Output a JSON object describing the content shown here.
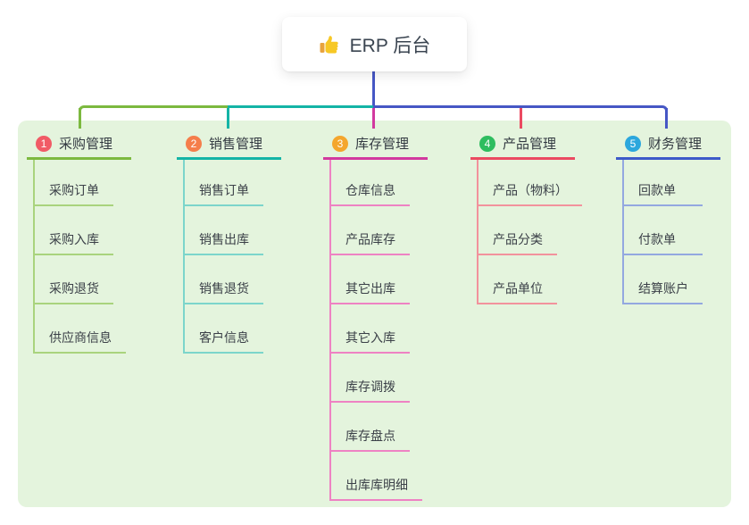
{
  "root": {
    "icon": "thumbs-up",
    "label": "ERP 后台"
  },
  "connectors": {
    "trunk_color": "#4657c5"
  },
  "panel": {
    "background": "#e4f4dd"
  },
  "branches": [
    {
      "badge": "1",
      "label": "采购管理",
      "colors": {
        "main": "#7cb93f",
        "light": "#a9d37d",
        "badge": "#f15b66"
      },
      "items": [
        "采购订单",
        "采购入库",
        "采购退货",
        "供应商信息"
      ]
    },
    {
      "badge": "2",
      "label": "销售管理",
      "colors": {
        "main": "#14b4a6",
        "light": "#7cd5cb",
        "badge": "#f57e4b"
      },
      "items": [
        "销售订单",
        "销售出库",
        "销售退货",
        "客户信息"
      ]
    },
    {
      "badge": "3",
      "label": "库存管理",
      "colors": {
        "main": "#d2399f",
        "light": "#ee82c3",
        "badge": "#f4a62d"
      },
      "items": [
        "仓库信息",
        "产品库存",
        "其它出库",
        "其它入库",
        "库存调拨",
        "库存盘点",
        "出库库明细"
      ]
    },
    {
      "badge": "4",
      "label": "产品管理",
      "colors": {
        "main": "#eb4a61",
        "light": "#f2929c",
        "badge": "#2ebd5f"
      },
      "items": [
        "产品（物料）",
        "产品分类",
        "产品单位"
      ]
    },
    {
      "badge": "5",
      "label": "财务管理",
      "colors": {
        "main": "#3d5ac9",
        "light": "#93a8e0",
        "badge": "#2ba7dd"
      },
      "items": [
        "回款单",
        "付款单",
        "结算账户"
      ]
    }
  ]
}
